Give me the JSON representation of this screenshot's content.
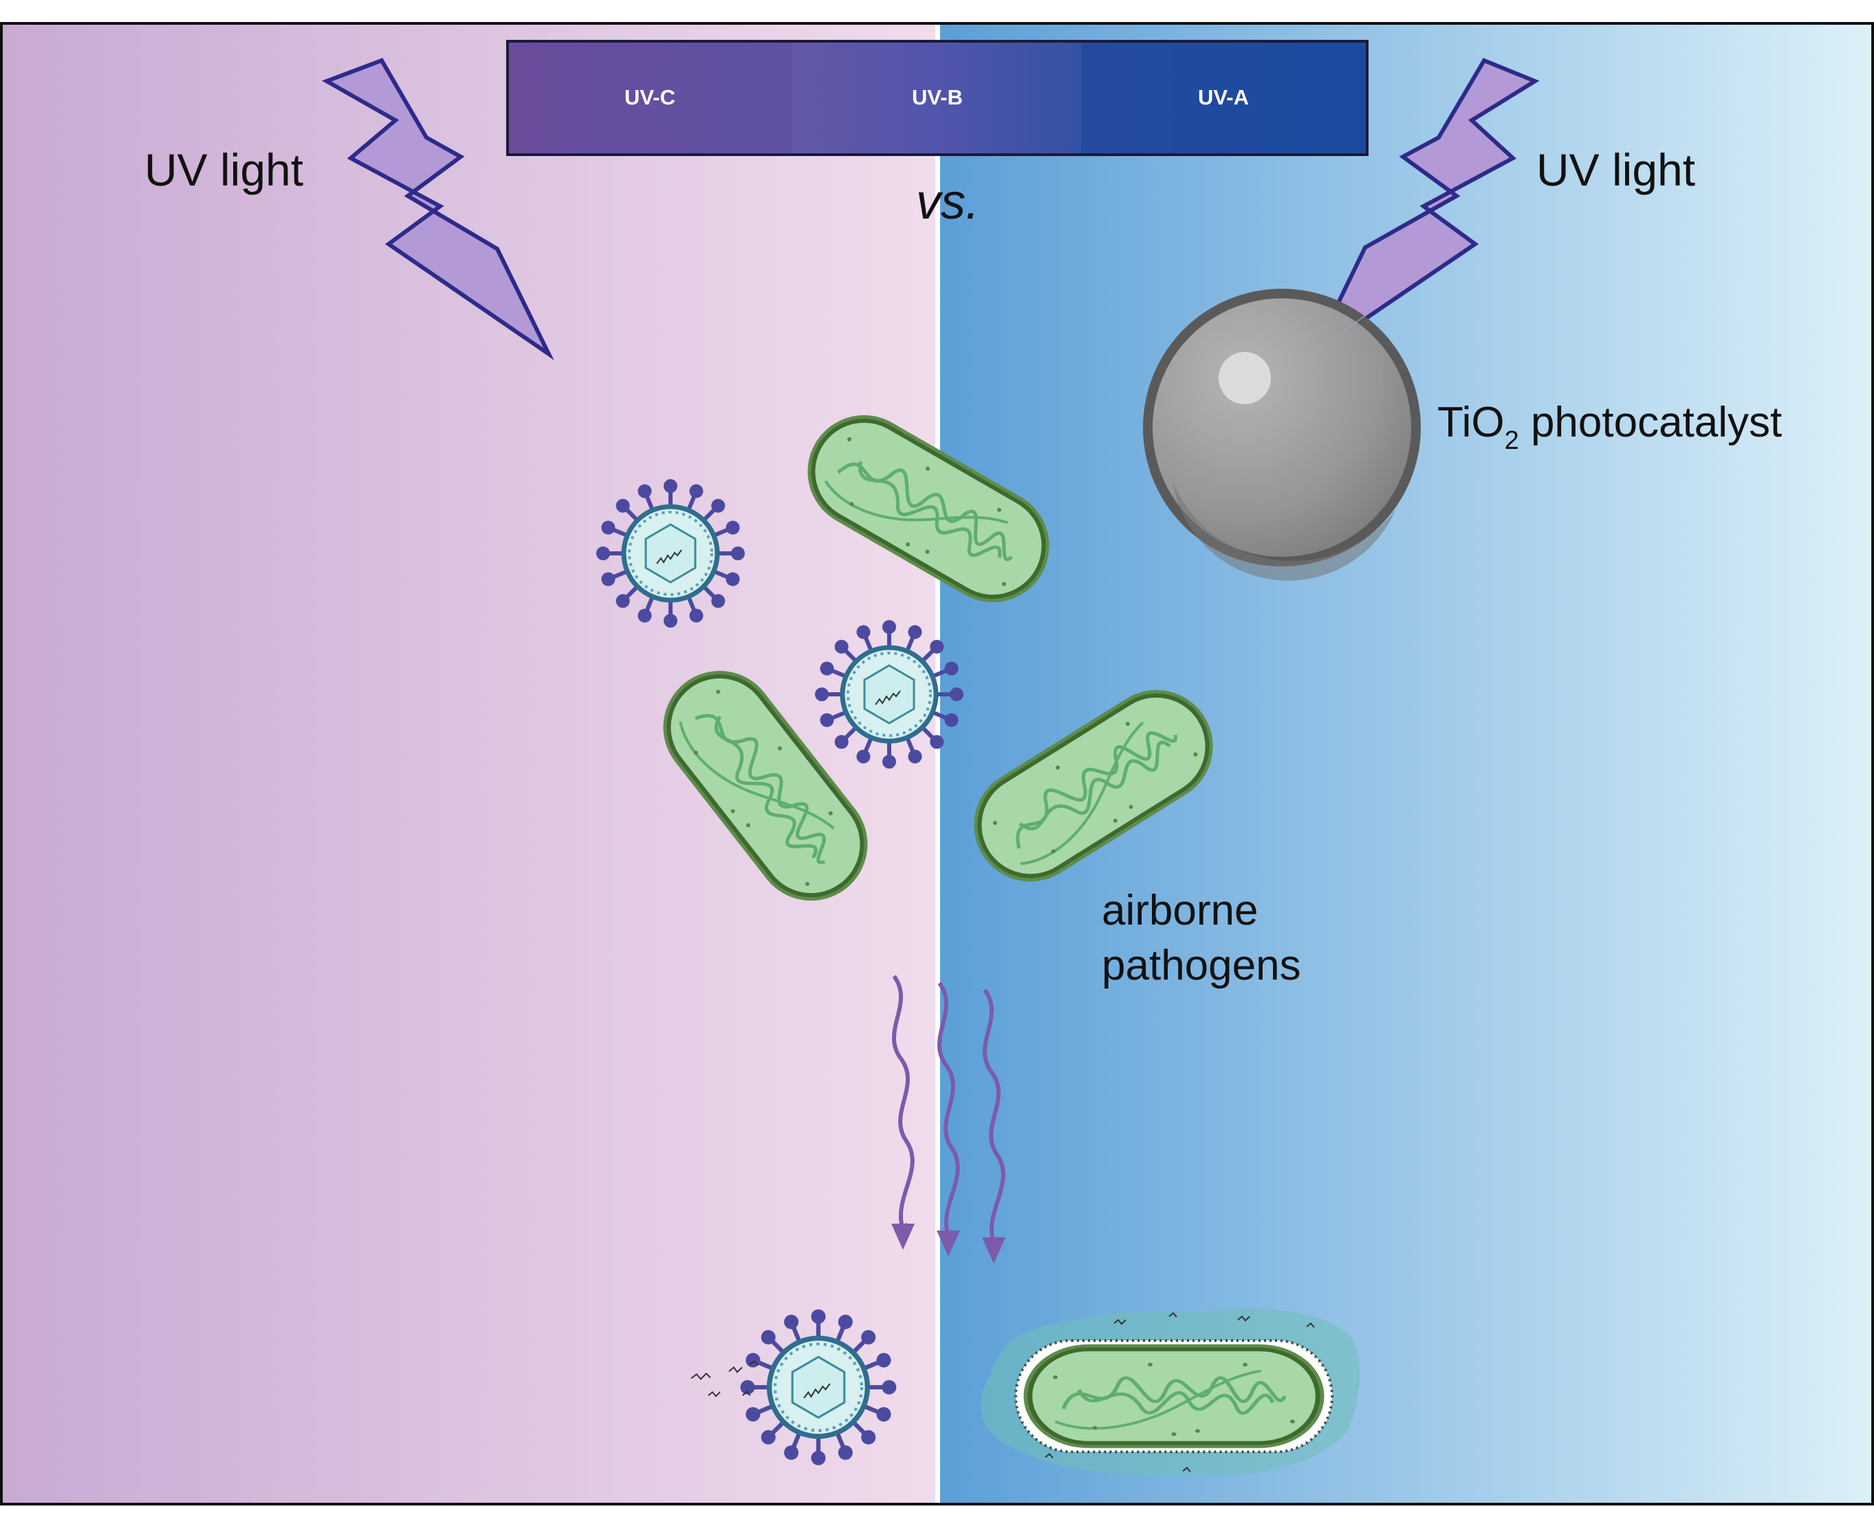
{
  "spectrum": {
    "bands": [
      "UV-C",
      "UV-B",
      "UV-A"
    ],
    "colors": [
      "#6a4c9c",
      "#4b4fa8",
      "#1b4a9e"
    ]
  },
  "comparison_label": "vs.",
  "left_panel": {
    "uv_label": "UV light",
    "gradient": [
      "#c8aad3",
      "#f0dcec"
    ]
  },
  "right_panel": {
    "uv_label": "UV light",
    "catalyst_label_main": "TiO",
    "catalyst_label_sub": "2",
    "catalyst_label_rest": " photocatalyst",
    "pathogens_label_line1": "airborne",
    "pathogens_label_line2": "pathogens",
    "gradient": [
      "#5b9fd8",
      "#dcf0f8"
    ]
  },
  "colors": {
    "bolt_fill": "#b39ad6",
    "bolt_stroke": "#2e2a8a",
    "bacteria_fill": "#a8d8a8",
    "bacteria_stroke": "#3e6a2e",
    "dna": "#5fae6e",
    "virus_ring": "#2f6d8e",
    "virus_spike": "#4c4aa0",
    "wave": "#7d5aaa",
    "sphere": "#9a9a9a"
  }
}
